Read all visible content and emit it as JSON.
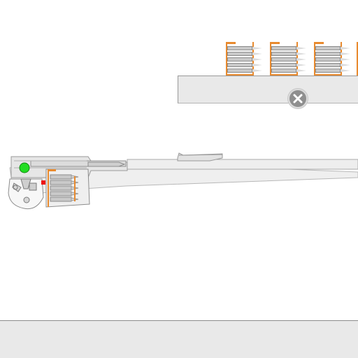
{
  "scene": {
    "rifle_name": "",
    "ammo_clips_available": 3,
    "rounds_per_clip": 5,
    "magazine_rounds_loaded": 5
  },
  "colors": {
    "clip_orange": "#e88a2e",
    "bolt_indicator_green": "#22dd22",
    "feed_marker_red": "#ee1111",
    "metal_light": "#e6e6e6",
    "metal_mid": "#cfcfcf",
    "outline_gray": "#8c8c8c"
  },
  "icons": {
    "close": "close-icon",
    "bolt_ready": "bolt-ready-indicator",
    "feed_marker": "feed-marker"
  }
}
